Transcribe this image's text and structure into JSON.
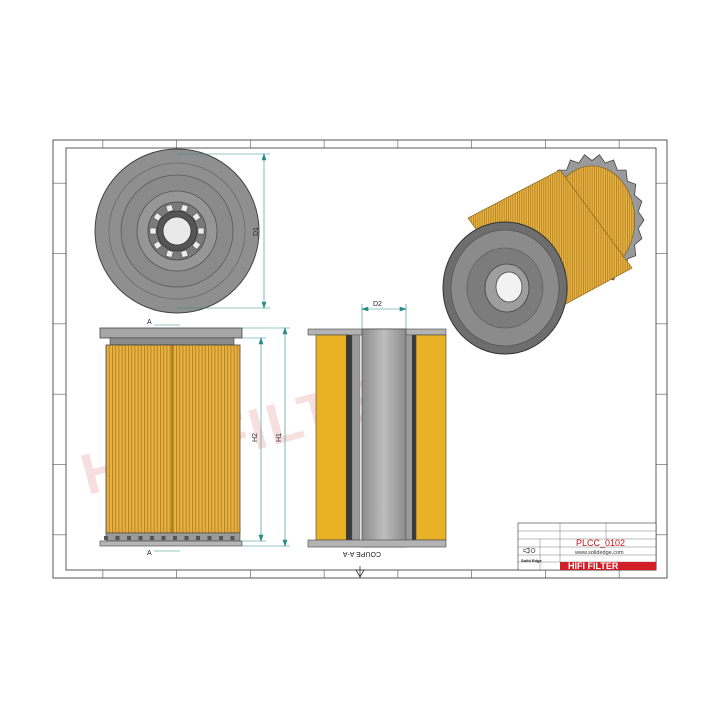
{
  "dimensions": {
    "d1": "D1",
    "d2": "D2",
    "h1": "H1",
    "h2": "H2",
    "section_mark": "A"
  },
  "section_caption": "COUPE A-A",
  "watermark": "HIFI FILTER",
  "title_block": {
    "part_code": "PLCC_0102",
    "website": "www.solidedge.com",
    "brand": "HIFI FILTER",
    "logo_text": "Solid Edge",
    "small_labels": [
      "",
      "",
      "",
      "",
      "",
      ""
    ]
  },
  "colors": {
    "frame": "#555555",
    "filter_media": "#e8b030",
    "metal": "#8c8c8c",
    "brand_red": "#d21e26",
    "dimension": "#2a8a8a"
  }
}
